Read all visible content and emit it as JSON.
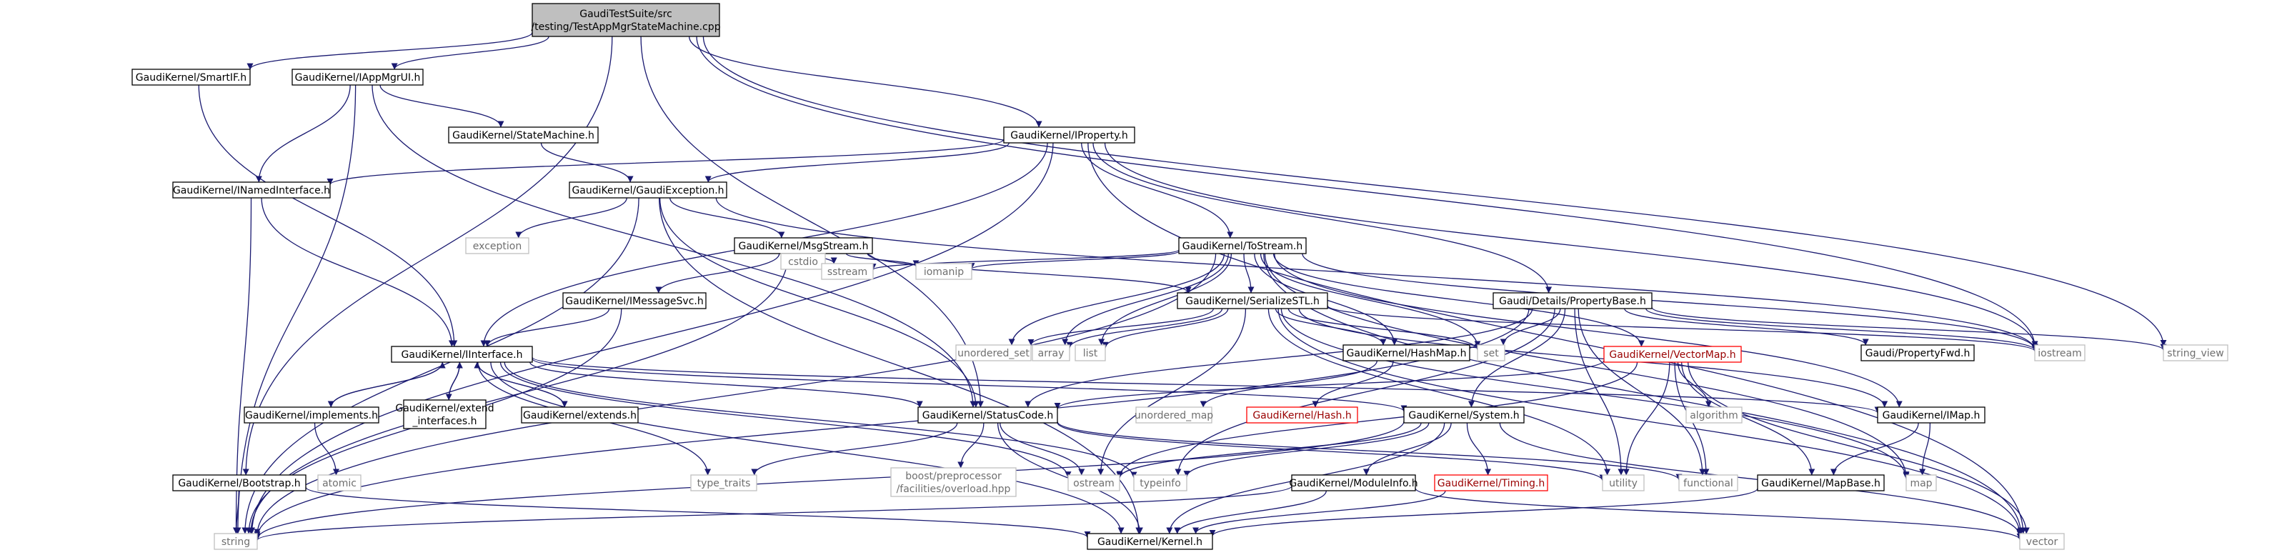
{
  "diagram": {
    "colors": {
      "edge": "#191970",
      "node_border": "#000000",
      "node_fill": "#ffffff",
      "root_fill": "#bfbfbf",
      "system_border": "#bfbfbf",
      "system_text": "#6f6f6f",
      "missing_border": "#ff0000",
      "missing_text": "#9a0000",
      "text": "#000000"
    },
    "nodes": {
      "root": {
        "lines": [
          "GaudiTestSuite/src",
          "/testing/TestAppMgrStateMachine.cpp"
        ],
        "style": "root"
      },
      "smartif": {
        "lines": [
          "GaudiKernel/SmartIF.h"
        ],
        "style": "normal"
      },
      "iappmgrui": {
        "lines": [
          "GaudiKernel/IAppMgrUI.h"
        ],
        "style": "normal"
      },
      "statemachine": {
        "lines": [
          "GaudiKernel/StateMachine.h"
        ],
        "style": "normal"
      },
      "iproperty": {
        "lines": [
          "GaudiKernel/IProperty.h"
        ],
        "style": "normal"
      },
      "inamedinterface": {
        "lines": [
          "GaudiKernel/INamedInterface.h"
        ],
        "style": "normal"
      },
      "gaudiexception": {
        "lines": [
          "GaudiKernel/GaudiException.h"
        ],
        "style": "normal"
      },
      "exception": {
        "lines": [
          "exception"
        ],
        "style": "system"
      },
      "msgstream": {
        "lines": [
          "GaudiKernel/MsgStream.h"
        ],
        "style": "normal"
      },
      "tostream": {
        "lines": [
          "GaudiKernel/ToStream.h"
        ],
        "style": "normal"
      },
      "cstdio": {
        "lines": [
          "cstdio"
        ],
        "style": "system"
      },
      "sstream": {
        "lines": [
          "sstream"
        ],
        "style": "system"
      },
      "iomanip": {
        "lines": [
          "iomanip"
        ],
        "style": "system"
      },
      "imessagesvc": {
        "lines": [
          "GaudiKernel/IMessageSvc.h"
        ],
        "style": "normal"
      },
      "serializestl": {
        "lines": [
          "GaudiKernel/SerializeSTL.h"
        ],
        "style": "normal"
      },
      "propertybase": {
        "lines": [
          "Gaudi/Details/PropertyBase.h"
        ],
        "style": "normal"
      },
      "unordered_set": {
        "lines": [
          "unordered_set"
        ],
        "style": "system"
      },
      "array": {
        "lines": [
          "array"
        ],
        "style": "system"
      },
      "list": {
        "lines": [
          "list"
        ],
        "style": "system"
      },
      "hashmap": {
        "lines": [
          "GaudiKernel/HashMap.h"
        ],
        "style": "normal"
      },
      "set": {
        "lines": [
          "set"
        ],
        "style": "system"
      },
      "iostream": {
        "lines": [
          "iostream"
        ],
        "style": "system"
      },
      "string_view": {
        "lines": [
          "string_view"
        ],
        "style": "system"
      },
      "propertyfwd": {
        "lines": [
          "Gaudi/PropertyFwd.h"
        ],
        "style": "normal"
      },
      "iinterface": {
        "lines": [
          "GaudiKernel/IInterface.h"
        ],
        "style": "normal"
      },
      "vectormap": {
        "lines": [
          "GaudiKernel/VectorMap.h"
        ],
        "style": "missing"
      },
      "unordered_map": {
        "lines": [
          "unordered_map"
        ],
        "style": "system"
      },
      "hash": {
        "lines": [
          "GaudiKernel/Hash.h"
        ],
        "style": "missing"
      },
      "algorithm": {
        "lines": [
          "algorithm"
        ],
        "style": "system"
      },
      "implements": {
        "lines": [
          "GaudiKernel/implements.h"
        ],
        "style": "normal"
      },
      "extend_interfaces": {
        "lines": [
          "GaudiKernel/extend",
          "_interfaces.h"
        ],
        "style": "normal"
      },
      "extends": {
        "lines": [
          "GaudiKernel/extends.h"
        ],
        "style": "normal"
      },
      "statuscode": {
        "lines": [
          "GaudiKernel/StatusCode.h"
        ],
        "style": "normal"
      },
      "system": {
        "lines": [
          "GaudiKernel/System.h"
        ],
        "style": "normal"
      },
      "imap": {
        "lines": [
          "GaudiKernel/IMap.h"
        ],
        "style": "normal"
      },
      "atomic": {
        "lines": [
          "atomic"
        ],
        "style": "system"
      },
      "type_traits": {
        "lines": [
          "type_traits"
        ],
        "style": "system"
      },
      "overload": {
        "lines": [
          "boost/preprocessor",
          "/facilities/overload.hpp"
        ],
        "style": "system"
      },
      "ostream": {
        "lines": [
          "ostream"
        ],
        "style": "system"
      },
      "typeinfo": {
        "lines": [
          "typeinfo"
        ],
        "style": "system"
      },
      "utility": {
        "lines": [
          "utility"
        ],
        "style": "system"
      },
      "functional": {
        "lines": [
          "functional"
        ],
        "style": "system"
      },
      "map": {
        "lines": [
          "map"
        ],
        "style": "system"
      },
      "bootstrap": {
        "lines": [
          "GaudiKernel/Bootstrap.h"
        ],
        "style": "normal"
      },
      "moduleinfo": {
        "lines": [
          "GaudiKernel/ModuleInfo.h"
        ],
        "style": "normal"
      },
      "timing": {
        "lines": [
          "GaudiKernel/Timing.h"
        ],
        "style": "missing"
      },
      "mapbase": {
        "lines": [
          "GaudiKernel/MapBase.h"
        ],
        "style": "normal"
      },
      "string": {
        "lines": [
          "string"
        ],
        "style": "system"
      },
      "kernel": {
        "lines": [
          "GaudiKernel/Kernel.h"
        ],
        "style": "normal"
      },
      "vector": {
        "lines": [
          "vector"
        ],
        "style": "system"
      }
    },
    "edges": [
      [
        "root",
        "smartif"
      ],
      [
        "root",
        "iappmgrui"
      ],
      [
        "root",
        "iproperty"
      ],
      [
        "root",
        "statuscode"
      ],
      [
        "root",
        "bootstrap"
      ],
      [
        "root",
        "iostream"
      ],
      [
        "root",
        "string_view"
      ],
      [
        "smartif",
        "iinterface"
      ],
      [
        "iappmgrui",
        "statemachine"
      ],
      [
        "iappmgrui",
        "inamedinterface"
      ],
      [
        "iappmgrui",
        "statuscode"
      ],
      [
        "iappmgrui",
        "string"
      ],
      [
        "statemachine",
        "gaudiexception"
      ],
      [
        "iproperty",
        "gaudiexception"
      ],
      [
        "iproperty",
        "inamedinterface"
      ],
      [
        "iproperty",
        "iinterface"
      ],
      [
        "iproperty",
        "tostream"
      ],
      [
        "iproperty",
        "propertybase"
      ],
      [
        "iproperty",
        "string"
      ],
      [
        "iproperty",
        "iostream"
      ],
      [
        "iproperty",
        "vector"
      ],
      [
        "inamedinterface",
        "iinterface"
      ],
      [
        "inamedinterface",
        "string"
      ],
      [
        "gaudiexception",
        "exception"
      ],
      [
        "gaudiexception",
        "msgstream"
      ],
      [
        "gaudiexception",
        "statuscode"
      ],
      [
        "gaudiexception",
        "kernel"
      ],
      [
        "gaudiexception",
        "string"
      ],
      [
        "gaudiexception",
        "iostream"
      ],
      [
        "msgstream",
        "imessagesvc"
      ],
      [
        "msgstream",
        "serializestl"
      ],
      [
        "msgstream",
        "cstdio"
      ],
      [
        "msgstream",
        "sstream"
      ],
      [
        "msgstream",
        "iomanip"
      ],
      [
        "msgstream",
        "string"
      ],
      [
        "imessagesvc",
        "iinterface"
      ],
      [
        "imessagesvc",
        "string"
      ],
      [
        "tostream",
        "serializestl"
      ],
      [
        "tostream",
        "hashmap"
      ],
      [
        "tostream",
        "vectormap"
      ],
      [
        "tostream",
        "imap"
      ],
      [
        "tostream",
        "sstream"
      ],
      [
        "tostream",
        "iomanip"
      ],
      [
        "tostream",
        "unordered_set"
      ],
      [
        "tostream",
        "array"
      ],
      [
        "tostream",
        "list"
      ],
      [
        "tostream",
        "set"
      ],
      [
        "tostream",
        "map"
      ],
      [
        "tostream",
        "iostream"
      ],
      [
        "tostream",
        "vector"
      ],
      [
        "tostream",
        "string"
      ],
      [
        "serializestl",
        "hashmap"
      ],
      [
        "serializestl",
        "imap"
      ],
      [
        "serializestl",
        "array"
      ],
      [
        "serializestl",
        "list"
      ],
      [
        "serializestl",
        "set"
      ],
      [
        "serializestl",
        "unordered_set"
      ],
      [
        "serializestl",
        "ostream"
      ],
      [
        "serializestl",
        "utility"
      ],
      [
        "serializestl",
        "map"
      ],
      [
        "serializestl",
        "vector"
      ],
      [
        "serializestl",
        "iostream"
      ],
      [
        "propertybase",
        "propertyfwd"
      ],
      [
        "propertybase",
        "system"
      ],
      [
        "propertybase",
        "statuscode"
      ],
      [
        "propertybase",
        "utility"
      ],
      [
        "propertybase",
        "functional"
      ],
      [
        "propertybase",
        "typeinfo"
      ],
      [
        "propertybase",
        "set"
      ],
      [
        "propertybase",
        "iostream"
      ],
      [
        "propertybase",
        "string_view"
      ],
      [
        "propertybase",
        "string"
      ],
      [
        "hashmap",
        "hash"
      ],
      [
        "hashmap",
        "unordered_map"
      ],
      [
        "vectormap",
        "statuscode"
      ],
      [
        "vectormap",
        "algorithm"
      ],
      [
        "vectormap",
        "functional"
      ],
      [
        "vectormap",
        "utility"
      ],
      [
        "vectormap",
        "vector"
      ],
      [
        "vectormap",
        "ostream"
      ],
      [
        "vectormap",
        "mapbase"
      ],
      [
        "iinterface",
        "implements"
      ],
      [
        "iinterface",
        "extend_interfaces"
      ],
      [
        "iinterface",
        "extends"
      ],
      [
        "iinterface",
        "statuscode"
      ],
      [
        "iinterface",
        "kernel"
      ],
      [
        "iinterface",
        "ostream"
      ],
      [
        "iinterface",
        "typeinfo"
      ],
      [
        "iinterface",
        "type_traits"
      ],
      [
        "iinterface",
        "imap"
      ],
      [
        "iinterface",
        "system"
      ],
      [
        "implements",
        "iinterface"
      ],
      [
        "implements",
        "atomic"
      ],
      [
        "extend_interfaces",
        "iinterface"
      ],
      [
        "extends",
        "iinterface"
      ],
      [
        "statuscode",
        "kernel"
      ],
      [
        "statuscode",
        "type_traits"
      ],
      [
        "statuscode",
        "overload"
      ],
      [
        "statuscode",
        "ostream"
      ],
      [
        "statuscode",
        "functional"
      ],
      [
        "statuscode",
        "utility"
      ],
      [
        "system",
        "kernel"
      ],
      [
        "system",
        "moduleinfo"
      ],
      [
        "system",
        "timing"
      ],
      [
        "system",
        "typeinfo"
      ],
      [
        "system",
        "string"
      ],
      [
        "system",
        "vector"
      ],
      [
        "system",
        "ostream"
      ],
      [
        "imap",
        "map"
      ],
      [
        "imap",
        "mapbase"
      ],
      [
        "mapbase",
        "kernel"
      ],
      [
        "moduleinfo",
        "kernel"
      ],
      [
        "moduleinfo",
        "string"
      ],
      [
        "moduleinfo",
        "vector"
      ],
      [
        "timing",
        "kernel"
      ],
      [
        "bootstrap",
        "kernel"
      ],
      [
        "bootstrap",
        "string"
      ]
    ]
  }
}
